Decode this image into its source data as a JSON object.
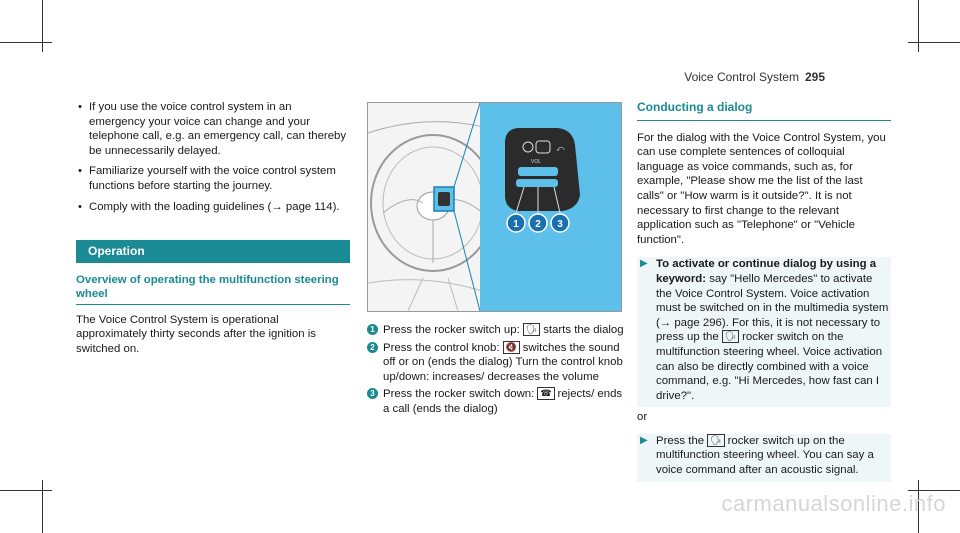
{
  "header": {
    "section": "Voice Control System",
    "page": "295"
  },
  "col1": {
    "bullets": [
      "If you use the voice control system in an emergency your voice can change and your telephone call, e.g. an emergency call, can thereby be unnecessarily delayed.",
      "Familiarize yourself with the voice control system functions before starting the journey.",
      "Comply with the loading guidelines (→ page 114)."
    ],
    "operation": "Operation",
    "subheading": "Overview of operating the multifunction steering wheel",
    "para": "The Voice Control System is operational approximately thirty seconds after the ignition is switched on."
  },
  "illustration": {
    "vol_label": "VOL",
    "callouts": [
      "1",
      "2",
      "3"
    ]
  },
  "captions": [
    {
      "num": "1",
      "pre": "Press the rocker switch up:",
      "glyph": "voice-icon",
      "post": "starts the dialog"
    },
    {
      "num": "2",
      "pre": "Press the control knob:",
      "glyph": "mute-icon",
      "post": "switches the sound off or on (ends the dialog) Turn the control knob up/down: increases/ decreases the volume"
    },
    {
      "num": "3",
      "pre": "Press the rocker switch down:",
      "glyph": "hang-up-icon",
      "post": "rejects/ ends a call (ends the dialog)"
    }
  ],
  "col3": {
    "heading": "Conducting a dialog",
    "intro": "For the dialog with the Voice Control System, you can use complete sentences of colloquial language as voice commands, such as, for example, \"Please show me the list of the last calls\" or \"How warm is it outside?\". It is not necessary to first change to the relevant application such as \"Telephone\" or \"Vehicle function\".",
    "activate_bold": "To activate or continue dialog by using a keyword:",
    "activate_text": "say \"Hello Mercedes\" to activate the Voice Control System. Voice activation must be switched on in the multimedia system (→ page 296). For this, it is not necessary to press up the",
    "activate_text2": "rocker switch on the multifunction steering wheel. Voice activation can also be directly combined with a voice command, e.g. \"Hi Mercedes, how fast can I drive?\".",
    "or": "or",
    "press_pre": "Press the",
    "press_post": "rocker switch up on the multifunction steering wheel. You can say a voice command after an acoustic signal."
  },
  "watermark": "carmanualsonline.info"
}
